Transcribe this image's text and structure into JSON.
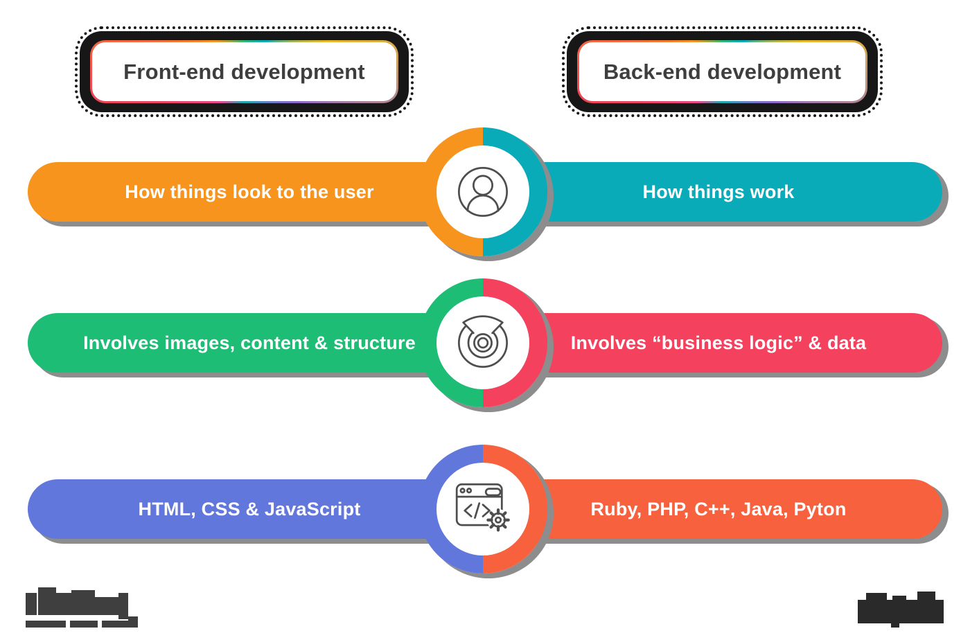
{
  "headers": {
    "left": "Front-end development",
    "right": "Back-end development"
  },
  "rows": [
    {
      "icon": "user-icon",
      "left": {
        "label": "How things look to the user",
        "color": "#F7941E"
      },
      "right": {
        "label": "How things work",
        "color": "#09ABB8"
      }
    },
    {
      "icon": "disc-icon",
      "left": {
        "label": "Involves images, content & structure",
        "color": "#1DBD75"
      },
      "right": {
        "label": "Involves “business logic” & data",
        "color": "#F4415E"
      }
    },
    {
      "icon": "browser-code-gear-icon",
      "left": {
        "label": "HTML, CSS & JavaScript",
        "color": "#6277DB"
      },
      "right": {
        "label": "Ruby, PHP, C++, Java, Pyton",
        "color": "#F7613D"
      }
    }
  ],
  "footer": {
    "left_logo": "obscured-pixelated-logo",
    "right_logo": "obscured-pixelated-watermark"
  },
  "colors": {
    "header_text": "#3E3E3E",
    "pill_text": "#FFFFFF",
    "shadow": "#8D8D8D",
    "icon_stroke": "#4E4E4E",
    "header_blob": "#171717"
  }
}
